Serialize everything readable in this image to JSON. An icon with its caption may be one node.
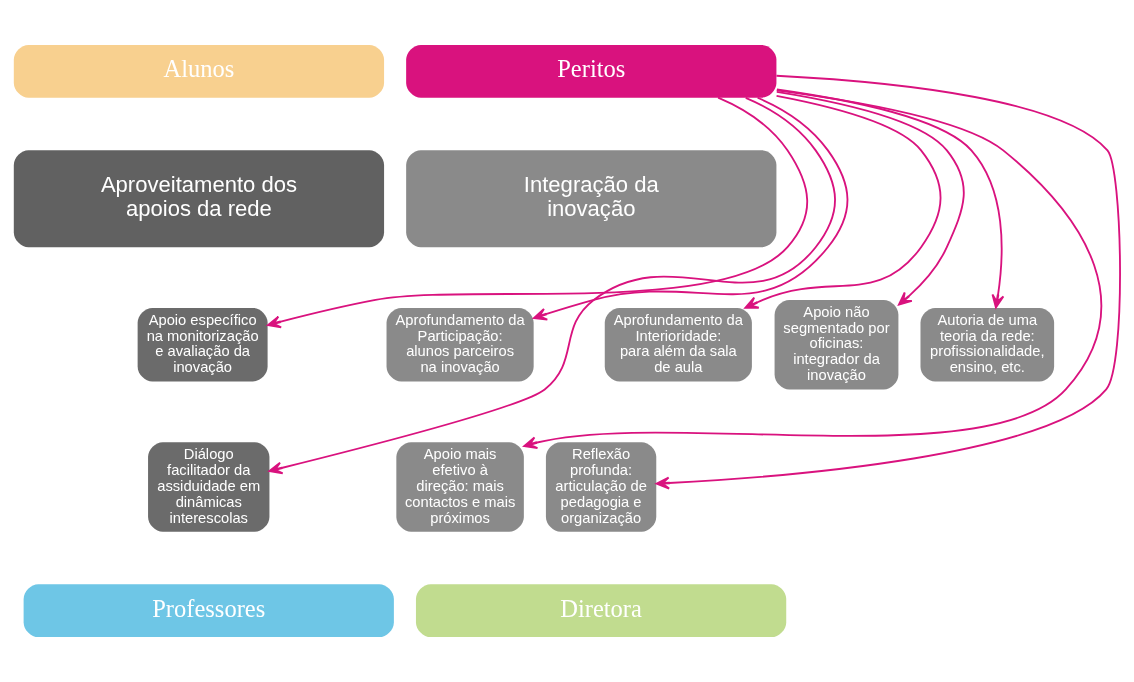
{
  "diagram": {
    "nodes": [
      {
        "text": [
          "Alunos"
        ]
      },
      {
        "text": [
          "Peritos"
        ]
      },
      {
        "text": [
          "Aproveitamento dos apoios da rede"
        ]
      },
      {
        "text": [
          "Integração da inovação"
        ]
      },
      {
        "text": [
          "Apoio específico na monitorização e avaliação da inovação"
        ]
      },
      {
        "text": [
          "Diálogo facilitador da assiduidade em dinâmicas interescolas"
        ]
      },
      {
        "text": [
          "Aprofundamento da Participação: alunos parceiros na inovação"
        ]
      },
      {
        "text": [
          "Aprofundamento da Interioridade: para além da sala de aula"
        ]
      },
      {
        "text": [
          "Apoio não segmentado por oficinas: integrador da inovação"
        ]
      },
      {
        "text": [
          "Autoria de uma teoria da rede: profissionalidade, ensino, etc."
        ]
      },
      {
        "text": [
          "Apoio mais efetivo à direção: mais contactos e mais próximos"
        ]
      },
      {
        "text": [
          "Reflexão profunda: articulação de pedagogia e organização"
        ]
      },
      {
        "text": [
          "Professores"
        ]
      },
      {
        "text": [
          "Diretora"
        ]
      }
    ],
    "edges": [
      {
        "from": 1,
        "to": 4,
        "arrow": "to"
      },
      {
        "from": 1,
        "to": 5,
        "arrow": "to"
      },
      {
        "from": 1,
        "to": 6,
        "arrow": "to"
      },
      {
        "from": 1,
        "to": 10,
        "arrow": "to"
      },
      {
        "from": 1,
        "to": 7,
        "arrow": "to"
      },
      {
        "from": 1,
        "to": 11,
        "arrow": "to"
      },
      {
        "from": 1,
        "to": 8,
        "arrow": "to"
      },
      {
        "from": 1,
        "to": 9,
        "arrow": "to"
      }
    ]
  }
}
